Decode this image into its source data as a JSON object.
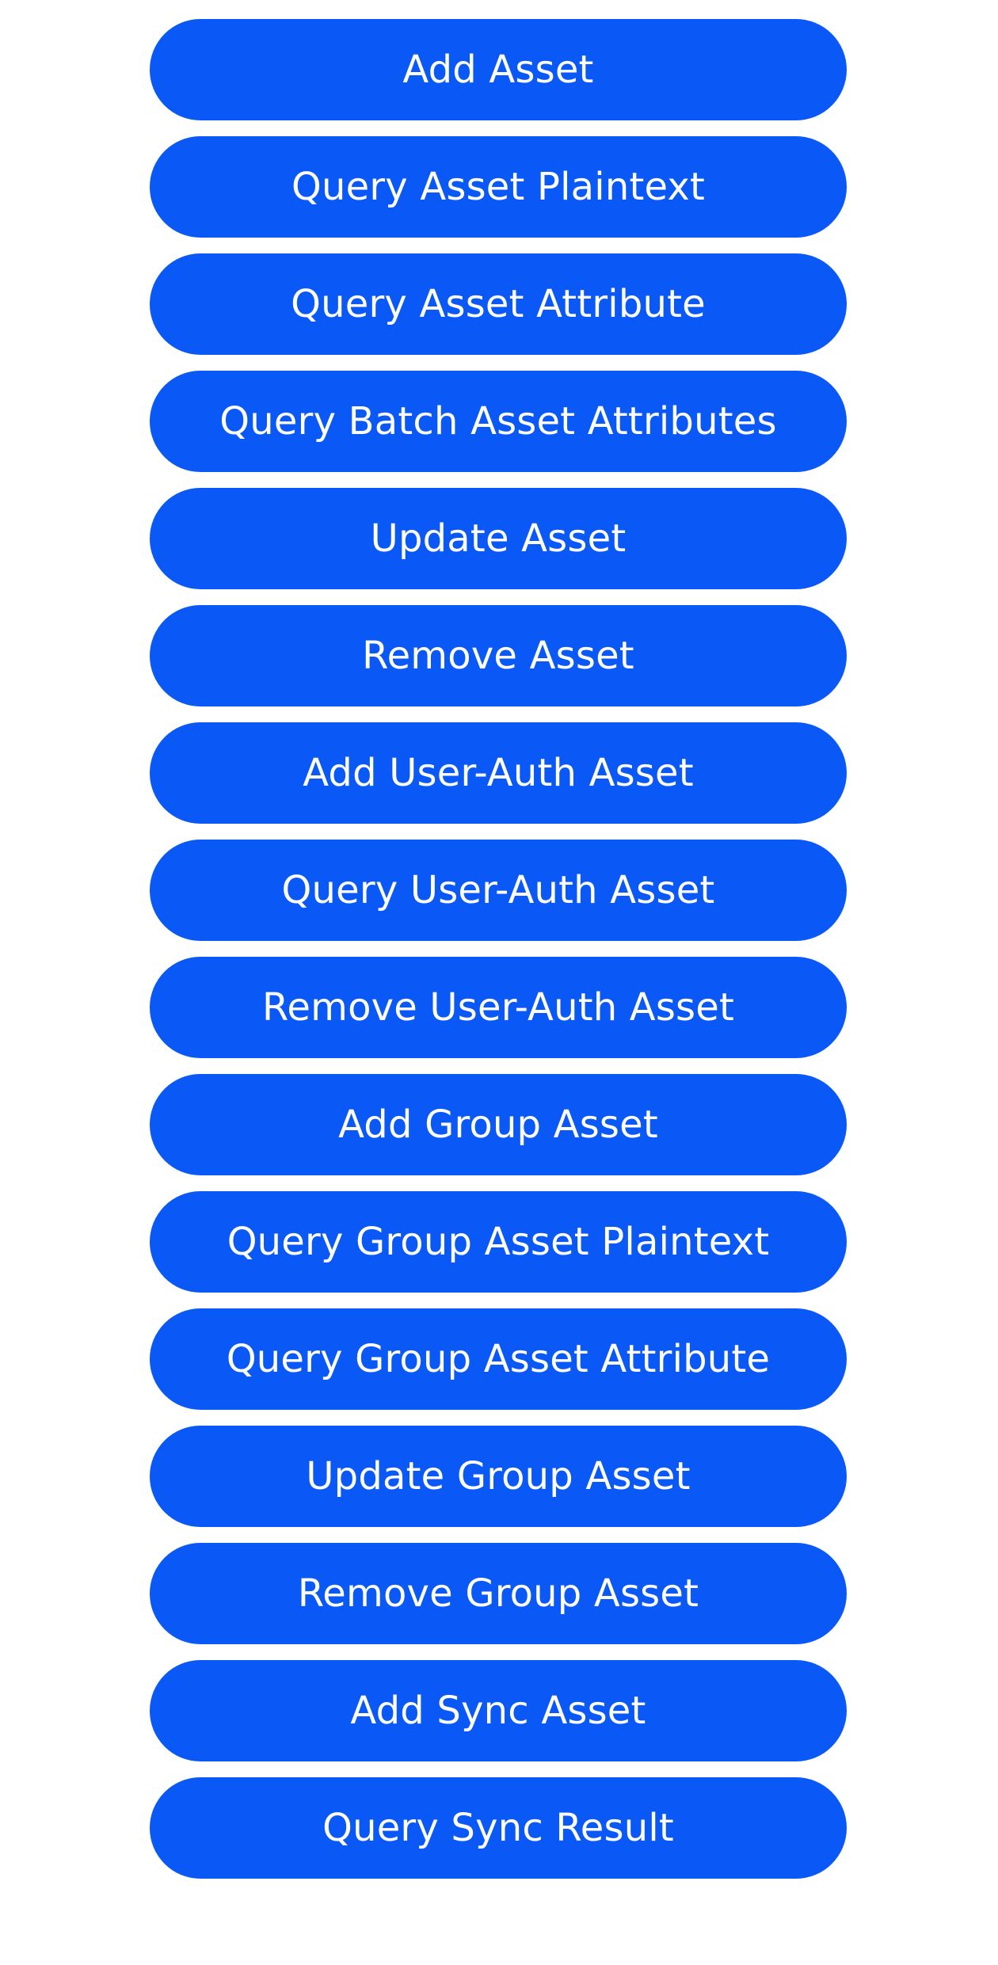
{
  "theme": {
    "button_color": "#0a59f7",
    "button_text_color": "#ffffff",
    "background_color": "#ffffff"
  },
  "buttons": [
    {
      "label": "Add Asset"
    },
    {
      "label": "Query Asset Plaintext"
    },
    {
      "label": "Query Asset Attribute"
    },
    {
      "label": "Query Batch Asset Attributes"
    },
    {
      "label": "Update Asset"
    },
    {
      "label": "Remove Asset"
    },
    {
      "label": "Add User-Auth Asset"
    },
    {
      "label": "Query User-Auth Asset"
    },
    {
      "label": "Remove User-Auth Asset"
    },
    {
      "label": "Add Group Asset"
    },
    {
      "label": "Query Group Asset Plaintext"
    },
    {
      "label": "Query Group Asset Attribute"
    },
    {
      "label": "Update Group Asset"
    },
    {
      "label": "Remove Group Asset"
    },
    {
      "label": "Add Sync Asset"
    },
    {
      "label": "Query Sync Result"
    }
  ]
}
